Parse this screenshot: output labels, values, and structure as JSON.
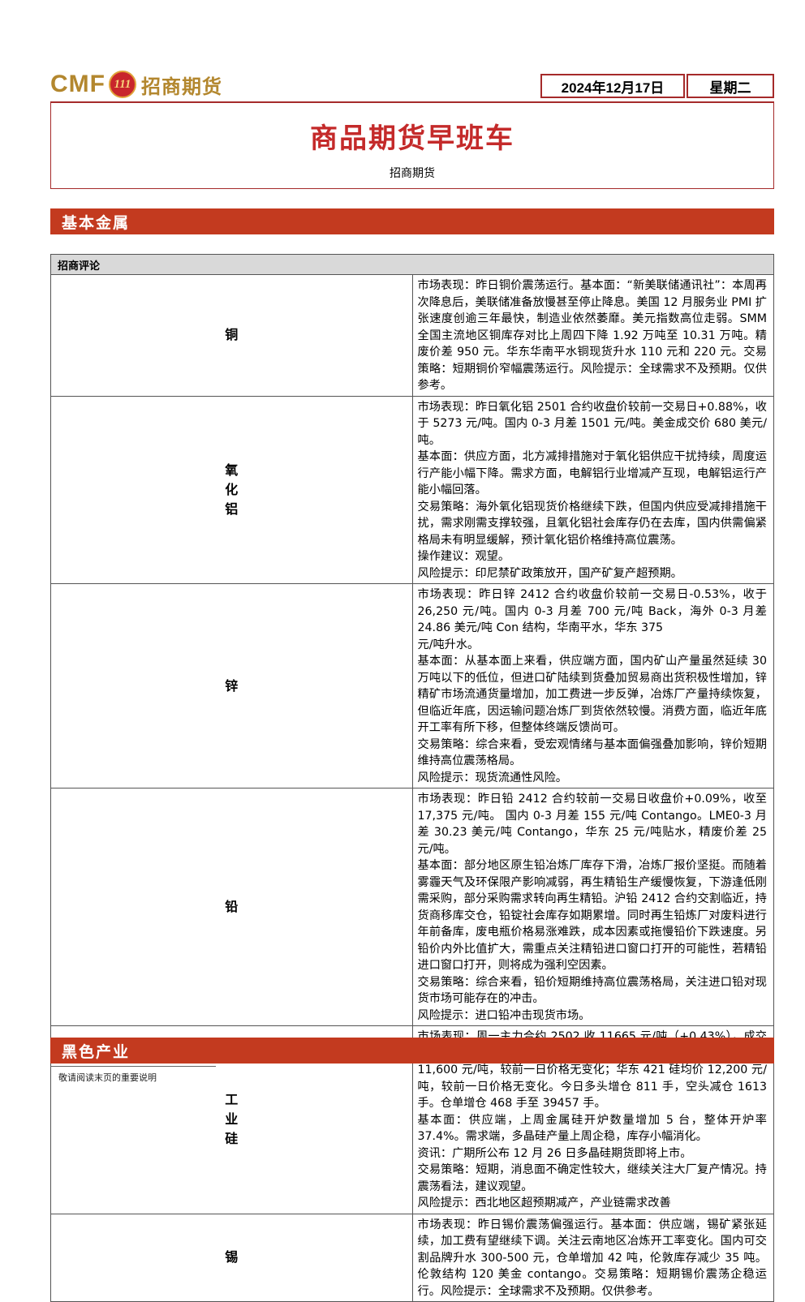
{
  "header": {
    "logo_text": "CMF",
    "logo_badge": "111",
    "logo_cn": "招商期货",
    "date": "2024年12月17日",
    "weekday": "星期二"
  },
  "title": "商品期货早班车",
  "subtitle": "招商期货",
  "sections": {
    "basic_metals": "基本金属",
    "black_industry": "黑色产业"
  },
  "table": {
    "header": "招商评论",
    "rows": [
      {
        "category": [
          "铜"
        ],
        "paragraphs": [
          "市场表现：昨日铜价震荡运行。基本面：“新美联储通讯社”：本周再次降息后，美联储准备放慢甚至停止降息。美国 12 月服务业 PMI 扩张速度创逾三年最快，制造业依然萎靡。美元指数高位走弱。SMM 全国主流地区铜库存对比上周四下降 1.92 万吨至 10.31 万吨。精废价差 950 元。华东华南平水铜现货升水 110 元和 220 元。交易策略：短期铜价窄幅震荡运行。风险提示：全球需求不及预期。仅供参考。"
        ]
      },
      {
        "category": [
          "氧",
          "化",
          "铝"
        ],
        "paragraphs": [
          "市场表现：昨日氧化铝 2501 合约收盘价较前一交易日+0.88%，收于 5273 元/吨。国内 0-3 月差 1501 元/吨。美金成交价 680 美元/吨。",
          "基本面：供应方面，北方减排措施对于氧化铝供应干扰持续，周度运行产能小幅下降。需求方面，电解铝行业增减产互现，电解铝运行产能小幅回落。",
          "交易策略：海外氧化铝现货价格继续下跌，但国内供应受减排措施干扰，需求刚需支撑较强，且氧化铝社会库存仍在去库，国内供需偏紧格局未有明显缓解，预计氧化铝价格维持高位震荡。",
          "操作建议：观望。",
          "风险提示：印尼禁矿政策放开，国产矿复产超预期。"
        ]
      },
      {
        "category": [
          "锌"
        ],
        "paragraphs": [
          "市场表现：昨日锌 2412 合约收盘价较前一交易日-0.53%，收于 26,250 元/吨。国内 0-3 月差 700  元/吨 Back，海外 0-3 月差 24.86 美元/吨 Con 结构，华南平水，华东 375",
          "元/吨升水。",
          "基本面：从基本面上来看，供应端方面，国内矿山产量虽然延续 30 万吨以下的低位，但进口矿陆续到货叠加贸易商出货积极性增加，锌精矿市场流通货量增加，加工费进一步反弹，冶炼厂产量持续恢复，但临近年底，因运输问题冶炼厂到货依然较慢。消费方面，临近年底开工率有所下移，但整体终端反馈尚可。",
          "交易策略：综合来看，受宏观情绪与基本面偏强叠加影响，锌价短期维持高位震荡格局。",
          "风险提示：现货流通性风险。"
        ]
      },
      {
        "category": [
          "铅"
        ],
        "paragraphs": [
          "市场表现：昨日铅 2412 合约较前一交易日收盘价+0.09%，收至 17,375 元/吨。 国内 0-3 月差 155 元/吨 Contango。LME0-3 月差 30.23 美元/吨 Contango，华东 25 元/吨贴水，精废价差 25 元/吨。",
          "基本面：部分地区原生铅冶炼厂库存下滑，冶炼厂报价坚挺。而随着雾霾天气及环保限产影响减弱，再生精铅生产缓慢恢复，下游逢低刚需采购，部分采购需求转向再生精铅。沪铅 2412 合约交割临近，持货商移库交仓，铅锭社会库存如期累增。同时再生铅炼厂对废料进行年前备库，废电瓶价格易涨难跌，成本因素或拖慢铅价下跌速度。另铅价内外比值扩大，需重点关注精铅进口窗口打开的可能性，若精铅进口窗口打开，则将成为强利空因素。",
          "交易策略：综合来看，铅价短期维持高位震荡格局，关注进口铅对现货市场可能存在的冲击。",
          "风险提示：进口铅冲击现货市场。"
        ]
      },
      {
        "category": [
          "工",
          "业",
          "硅"
        ],
        "paragraphs": [
          "市场表现：周一主力合约 2502 收 11665 元/吨（+0.43%），成交 154,594 手。持仓 125,346 手（+8.63%）。华东通氧 553 硅均价 11,600 元/吨，较前一日价格无变化；华东 421 硅均价 12,200 元/吨，较前一日价格无变化。今日多头增仓 811 手，空头减仓 1613 手。仓单增仓 468 手至 39457 手。",
          "基本面：供应端，上周金属硅开炉数量增加 5 台，整体开炉率 37.4%。需求端，多晶硅产量上周企稳，库存小幅消化。",
          "资讯：广期所公布 12 月 26 日多晶硅期货即将上市。",
          "交易策略：短期，消息面不确定性较大，继续关注大厂复产情况。持震荡看法，建议观望。",
          "风险提示：西北地区超预期减产，产业链需求改善"
        ]
      },
      {
        "category": [
          "锡"
        ],
        "paragraphs": [
          "市场表现：昨日锡价震荡偏强运行。基本面：供应端，锡矿紧张延续，加工费有望继续下调。关注云南地区冶炼开工率变化。国内可交割品牌升水 300-500 元，仓单增加 42 吨，伦敦库存减少 35 吨。伦敦结构 120 美金 contango。交易策略：短期锡价震荡企稳运行。风险提示：全球需求不及预期。仅供参考。"
        ]
      }
    ]
  },
  "footer": "敬请阅读末页的重要说明"
}
